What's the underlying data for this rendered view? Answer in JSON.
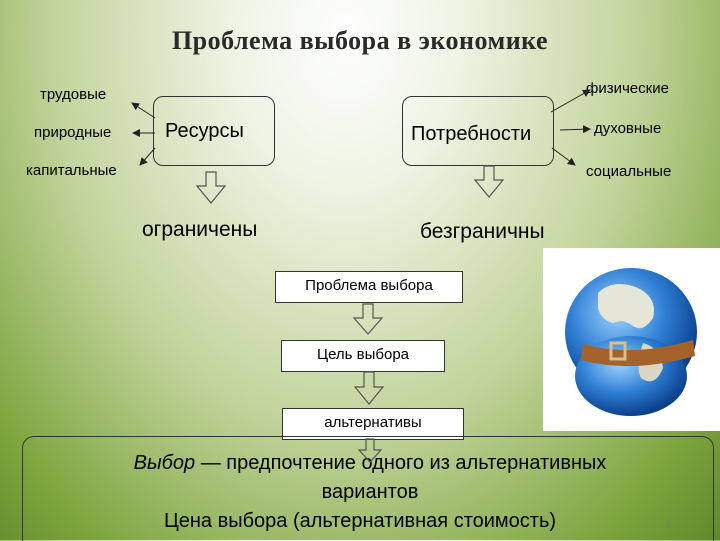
{
  "title": "Проблема выбора в экономике",
  "resources": {
    "label": "Ресурсы",
    "types": [
      "трудовые",
      "природные",
      "капитальные"
    ],
    "property": "ограничены"
  },
  "needs": {
    "label": "Потребности",
    "types": [
      "физические",
      "духовные",
      "социальные"
    ],
    "property": "безграничны"
  },
  "flow": [
    "Проблема выбора",
    "Цель выбора",
    "альтернативы"
  ],
  "definition": {
    "term": "Выбор",
    "text_line1": " — предпочтение одного из альтернативных",
    "text_line2": "вариантов",
    "price_line": "Цена выбора  (альтернативная стоимость)"
  },
  "page_number": "6",
  "image": "globe-with-belt"
}
